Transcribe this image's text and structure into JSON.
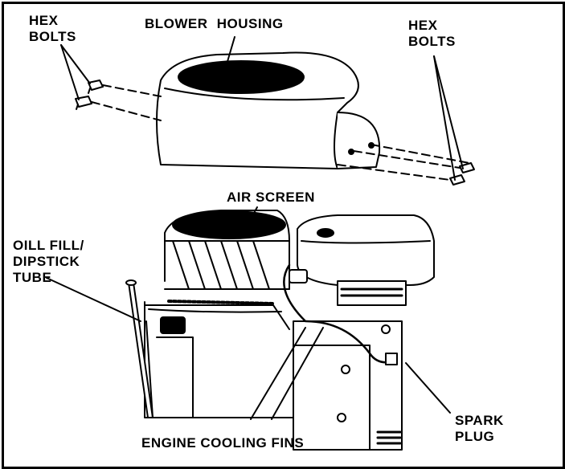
{
  "labels": {
    "hex_bolts_left_line1": "HEX",
    "hex_bolts_left_line2": "BOLTS",
    "blower_housing": "BLOWER HOUSING",
    "hex_bolts_right_line1": "HEX",
    "hex_bolts_right_line2": "BOLTS",
    "air_screen": "AIR SCREEN",
    "oil_fill_line1": "OILL FILL/",
    "oil_fill_line2": "DIPSTICK",
    "oil_fill_line3": "TUBE",
    "spark_plug_line1": "SPARK",
    "spark_plug_line2": "PLUG",
    "engine_cooling_fins": "ENGINE COOLING FINS"
  },
  "colors": {
    "ink": "#000000",
    "paper": "#ffffff"
  }
}
